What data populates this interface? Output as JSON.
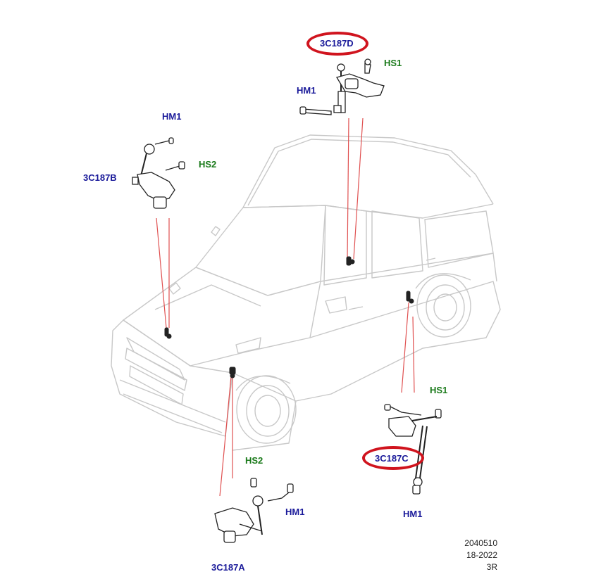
{
  "labels": {
    "part_d": "3C187D",
    "part_b": "3C187B",
    "part_c": "3C187C",
    "part_a": "3C187A",
    "hm1": "HM1",
    "hs1": "HS1",
    "hs2": "HS2"
  },
  "reference": {
    "line1": "2040510",
    "line2": "18-2022",
    "line3": "3R"
  },
  "colors": {
    "callout_blue": "#1a1a9a",
    "callout_green": "#1a7a1a",
    "highlight_red": "#d0141e",
    "leader_red": "#e05050",
    "vehicle_outline": "#c8c8c8",
    "part_dark": "#222222"
  }
}
